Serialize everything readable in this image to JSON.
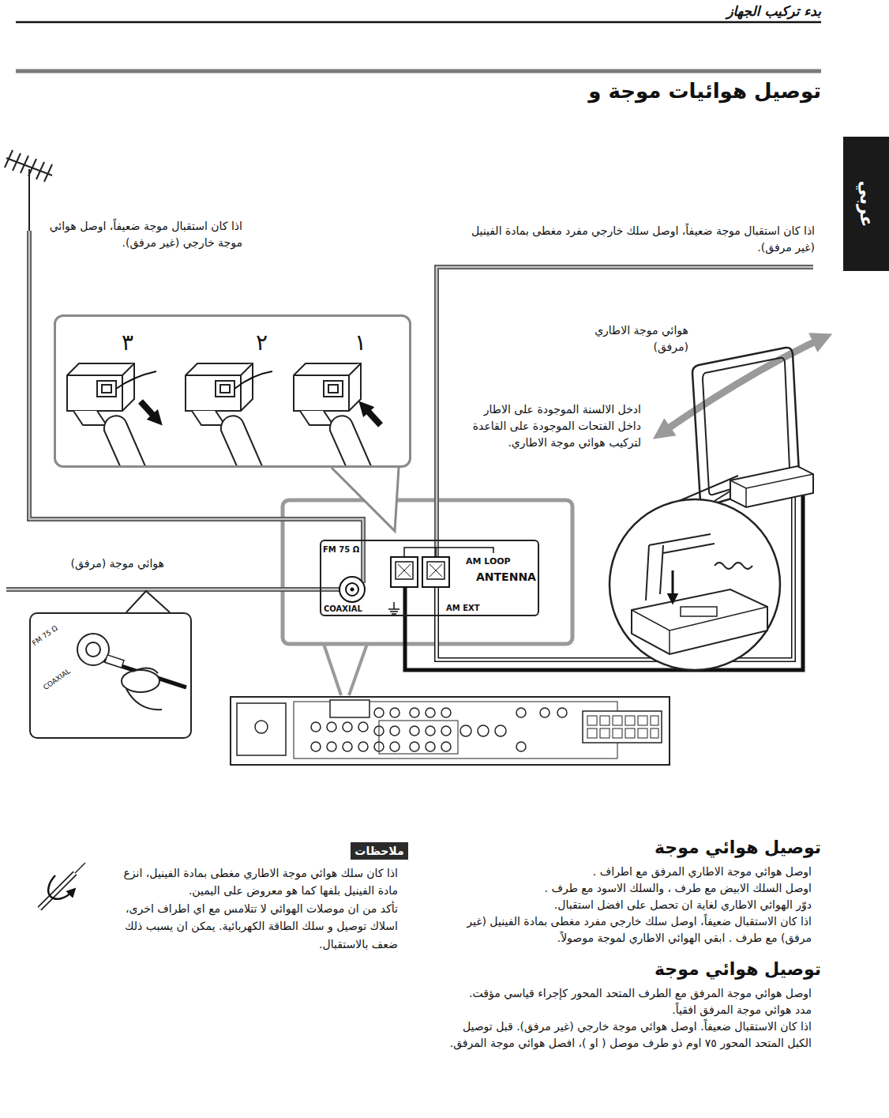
{
  "diagram": {
    "title": "توصيل هوائيات موجة و",
    "nodes": [
      {
        "text": [
          "عربي"
        ]
      },
      {
        "text": [
          "١",
          "٢",
          "٣"
        ]
      },
      {
        "text": [
          "FM 75 Ω",
          "COAXIAL",
          "AM LOOP",
          "ANTENNA",
          "AM EXT"
        ]
      },
      {
        "text": [
          "FM 75 Ω",
          "COAXIAL"
        ]
      },
      {
        "text": [
          "ملاحظات"
        ]
      }
    ],
    "labels": [
      "بدء تركيب الجهاز",
      "اذا كان استقبال موجة ضعيفاً، اوصل هوائي موجة خارجي (غير مرفق).",
      "اذا كان استقبال موجة ضعيفاً، اوصل سلك خارجي مفرد مغطى بمادة الفينيل (غير مرفق).",
      "هوائي موجة الاطاري (مرفق)",
      "ادخل الالسنة الموجودة على الاطار داخل الفتحات الموجودة على القاعدة لتركيب هوائي موجة الاطاري.",
      "هوائي موجة (مرفق)",
      "توصيل هوائي موجة",
      "اوصل هوائي موجة الاطاري المرفق مع اطراف .",
      "اوصل السلك الابيض مع طرف ، والسلك الاسود مع طرف .",
      "دوّر الهوائي الاطاري لغاية ان تحصل على افضل استقبال.",
      "اذا كان الاستقبال ضعيفاً، اوصل سلك خارجي مفرد مغطى بمادة الفينيل (غير مرفق) مع طرف . ابقي الهوائي الاطاري لموجة موصولاً.",
      "توصيل هوائي موجة",
      "اوصل هوائي موجة المرفق مع الطرف المتحد المحور كإجراء قياسي مؤقت.",
      "مدد هوائي موجة المرفق افقياً.",
      "اذا كان الاستقبال ضعيفاً. اوصل هوائي موجة خارجي (غير مرفق). قبل توصيل الكبل المتحد المحور ٧٥ اوم ذو طرف موصل ( او )، افصل هوائي موجة المرفق.",
      "اذا كان سلك هوائي موجة الاطاري مغطى بمادة الفينيل، انزع مادة الفينيل بلفها كما هو معروض على اليمين.",
      "تأكد من ان موصلات الهوائي لا تتلامس مع اي اطراف اخرى، اسلاك توصيل و سلك الطاقة الكهربائية. يمكن ان يسبب ذلك ضعف بالاستقبال."
    ]
  }
}
